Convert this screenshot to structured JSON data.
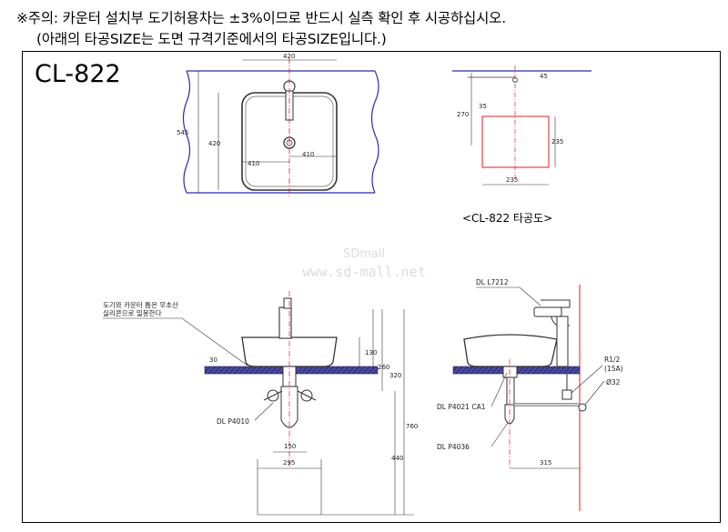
{
  "notes": {
    "line1": "※주의: 카운터 설치부 도기허용차는 ±3%이므로 반드시 실측 확인 후 시공하십시오.",
    "line2": "(아래의 타공SIZE는 도면 규격기준에서의 타공SIZE입니다.)"
  },
  "model": "CL-822",
  "hole_caption": "<CL-822 타공도>",
  "watermark": {
    "line1": "SDmall",
    "line2": "www.sd-mall.net"
  },
  "top_view": {
    "width": "420",
    "depth": "545",
    "inner_depth": "420",
    "bowl_left": "410",
    "bowl_right": "410"
  },
  "hole_view": {
    "offset": "45",
    "tap_offset": "35",
    "to_cut": "270",
    "cut_height": "235",
    "cut_width": "235"
  },
  "front_view": {
    "note_line1": "도기와 카운터 틈은 무초산",
    "note_line2": "실리콘으로 밀봉한다",
    "rim": "30",
    "bowl_h": "130",
    "sink_h": "260",
    "to_counter": "320",
    "trap_w": "150",
    "outlet_w": "295",
    "floor_h": "440",
    "total_h": "760",
    "trap_label": "DL P4010"
  },
  "side_view": {
    "faucet_label": "DL L7212",
    "waste_label": "DL P4021 CA1",
    "ptrap_label": "DL P4036",
    "pipe_size": "R1/2",
    "pipe_size2": "(15A)",
    "pipe_dia": "Ø32",
    "wall_w": "315"
  }
}
